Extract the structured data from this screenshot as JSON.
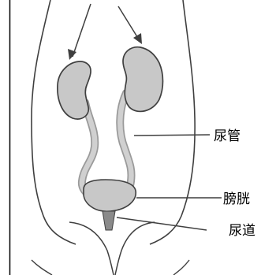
{
  "labels": {
    "ureter": "尿管",
    "bladder": "膀胱",
    "urethra": "尿道"
  },
  "colors": {
    "outline": "#3f3f3f",
    "organ_fill": "#c8c8c8",
    "ureter_fill": "#d0d0d0",
    "border": "#000000",
    "background": "#ffffff"
  }
}
